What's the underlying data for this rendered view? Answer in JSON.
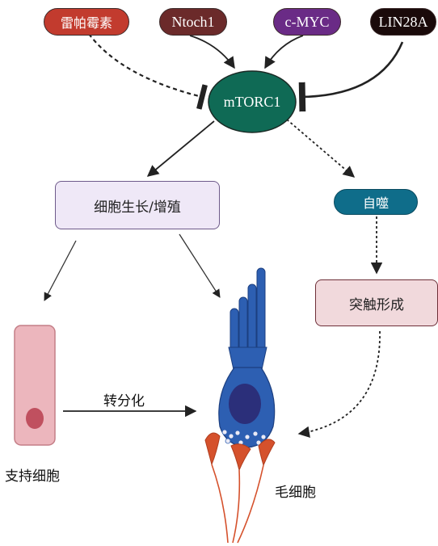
{
  "nodes": {
    "rapamycin": "雷帕霉素",
    "notch1": "Ntoch1",
    "cmyc": "c-MYC",
    "lin28a": "LIN28A",
    "mtorc1": "mTORC1",
    "cell_growth": "细胞生长/增殖",
    "autophagy": "自噬",
    "synapse_formation": "突触形成"
  },
  "labels": {
    "transdifferentiation": "转分化",
    "supporting_cell": "支持细胞",
    "hair_cell": "毛细胞"
  },
  "colors": {
    "rapamycin": "#c23b2e",
    "notch1": "#6b2a2a",
    "cmyc": "#6a2b86",
    "lin28a": "#1a0a0a",
    "mtorc1": "#0f6a55",
    "cell_growth_fill": "#efe8f7",
    "cell_growth_border": "#6e5a8a",
    "autophagy": "#0f6d8a",
    "synapse_fill": "#f1d9dc",
    "synapse_border": "#6e2f38",
    "supporting_cell_fill": "#ecb6bd",
    "supporting_cell_nucleus": "#c0505f",
    "hair_cell_body": "#2d5fb2",
    "hair_cell_nucleus": "#2b2f7a",
    "nerve": "#d5512c"
  }
}
